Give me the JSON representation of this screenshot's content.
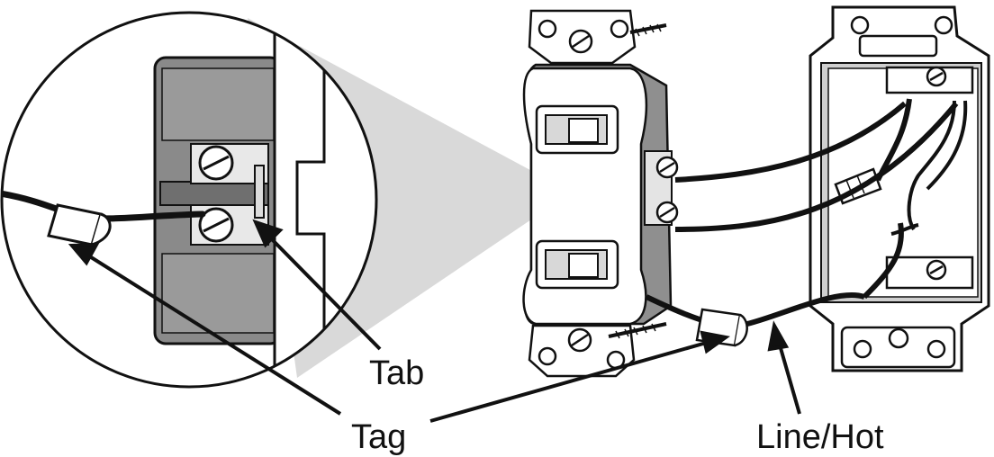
{
  "labels": {
    "tab": "Tab",
    "tag": "Tag",
    "line_hot": "Line/Hot"
  },
  "colors": {
    "line": "#111111",
    "fill_light": "#ffffff",
    "fill_grey": "#8a8a8a",
    "fill_mid": "#bdbdbd",
    "fill_shadow": "#d4d4d4"
  }
}
